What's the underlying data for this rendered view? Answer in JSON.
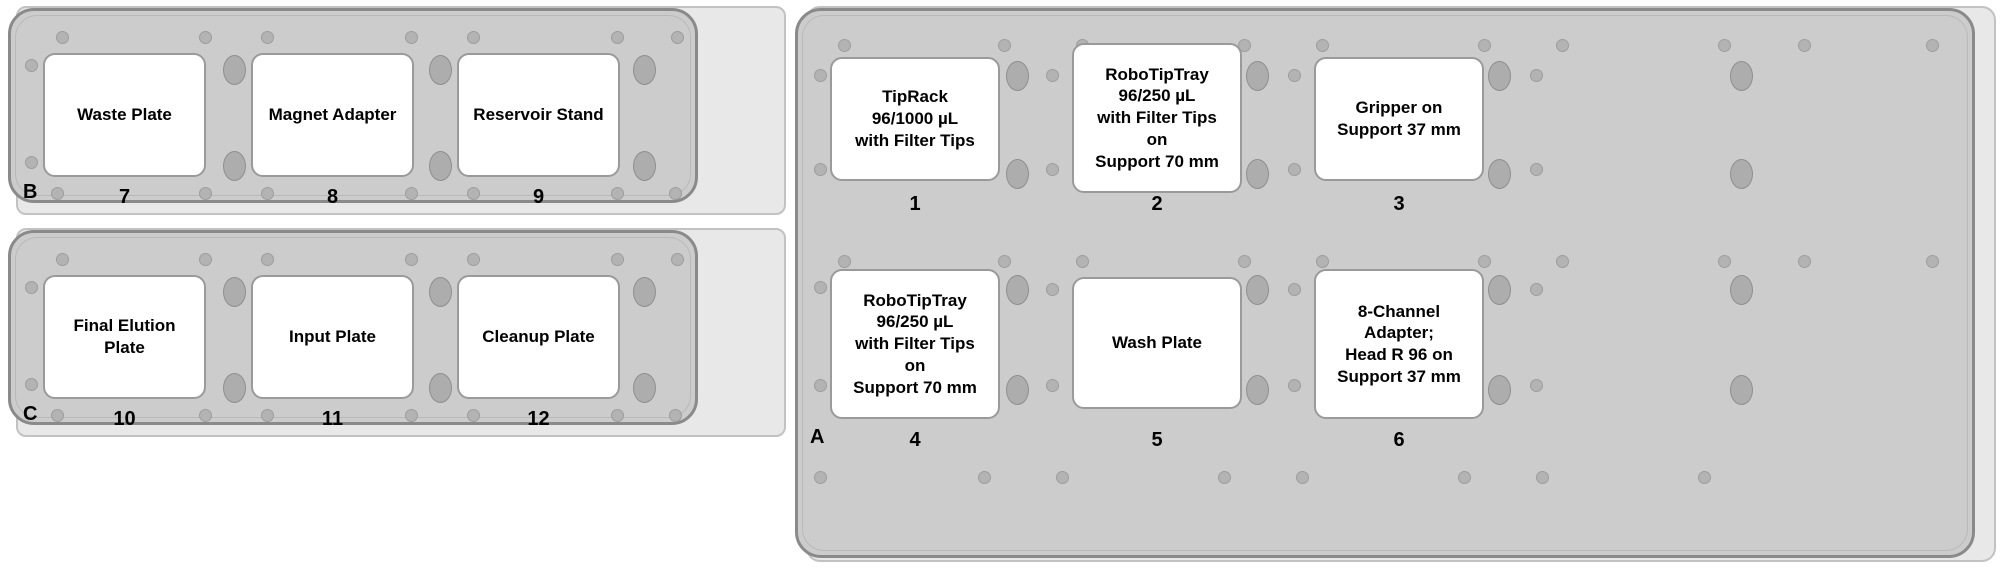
{
  "layout": {
    "background": "#ffffff",
    "deck_color": "#cccccc",
    "deck_border": "#8a8a8a",
    "tile_fill": "#ffffff",
    "tile_border": "#9a9a9a",
    "pin_color": "#b3b3b3",
    "shadow_color": "#e8e8e8"
  },
  "decks": [
    {
      "id": "deck-b",
      "row_letter": "B",
      "slots": [
        {
          "number": "7",
          "label": "Waste Plate"
        },
        {
          "number": "8",
          "label": "Magnet Adapter"
        },
        {
          "number": "9",
          "label": "Reservoir Stand"
        }
      ]
    },
    {
      "id": "deck-c",
      "row_letter": "C",
      "slots": [
        {
          "number": "10",
          "label": "Final Elution\nPlate"
        },
        {
          "number": "11",
          "label": "Input Plate"
        },
        {
          "number": "12",
          "label": "Cleanup Plate"
        }
      ]
    },
    {
      "id": "deck-a",
      "row_letter": "A",
      "slots": [
        {
          "number": "1",
          "label": "TipRack\n96/1000 µL\nwith Filter Tips"
        },
        {
          "number": "2",
          "label": "RoboTipTray\n96/250 µL\nwith Filter Tips\non\nSupport 70 mm"
        },
        {
          "number": "3",
          "label": "Gripper on\nSupport 37 mm"
        },
        {
          "number": "4",
          "label": "RoboTipTray\n96/250 µL\nwith Filter Tips\non\nSupport 70 mm"
        },
        {
          "number": "5",
          "label": "Wash Plate"
        },
        {
          "number": "6",
          "label": "8-Channel\nAdapter;\nHead R 96 on\nSupport 37 mm"
        }
      ]
    }
  ]
}
